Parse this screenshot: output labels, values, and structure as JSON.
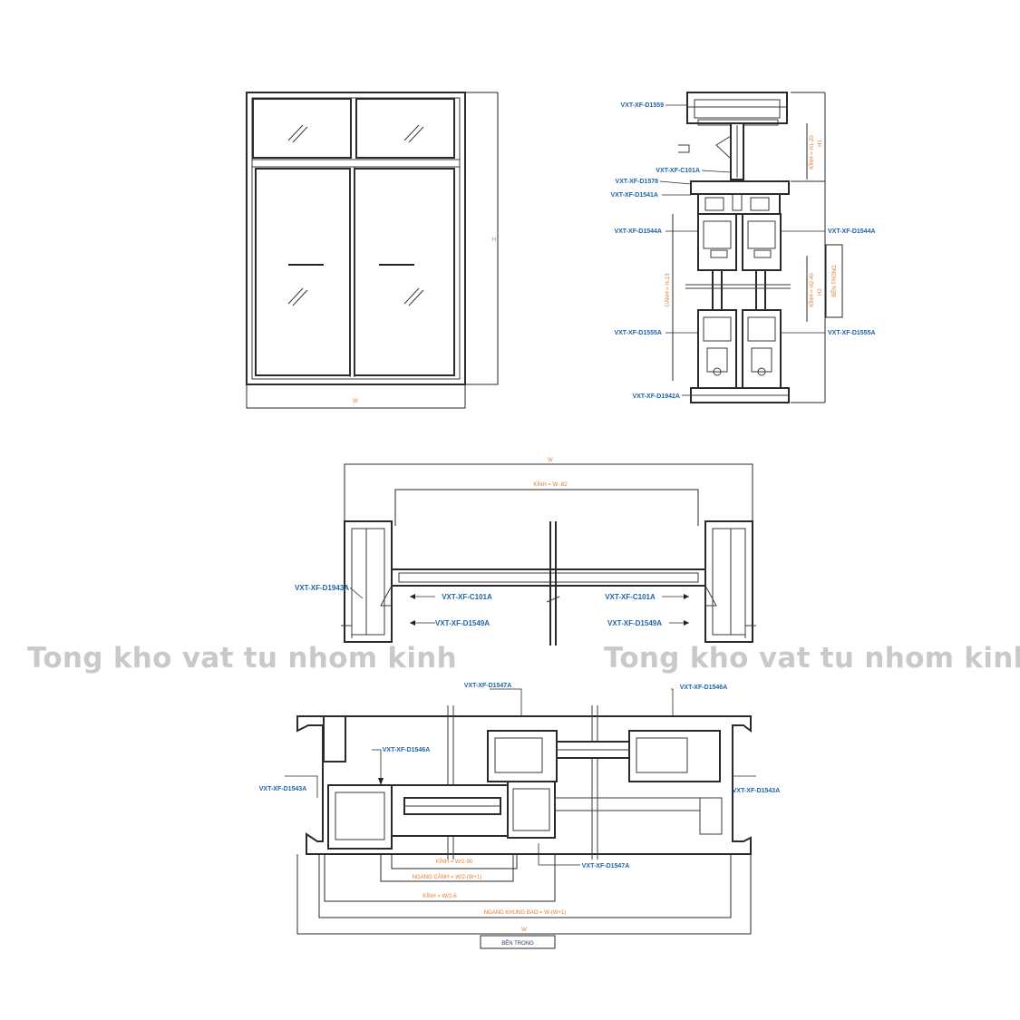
{
  "elevation": {
    "width_label": "W",
    "height_label": "H"
  },
  "vertical_section": {
    "labels": {
      "top_frame": "VXT-XF-D1559",
      "connector": "VXT-XF-C101A",
      "head_rail": "VXT-XF-D1578",
      "head_track": "VXT-XF-D1541A",
      "left_sash_top": "VXT-XF-D1544A",
      "right_sash_top": "VXT-XF-D1544A",
      "left_sash_bottom": "VXT-XF-D1555A",
      "right_sash_bottom": "VXT-XF-D1555A",
      "sill": "VXT-XF-D1942A"
    },
    "dims": {
      "glass_top": "KÍNH = H1-20",
      "glass_bottom": "KÍNH = H2-40",
      "sash_height": "CÁNH = H-13",
      "h1": "H1",
      "h2": "H2",
      "inside": "BÊN TRONG"
    }
  },
  "horizontal_section": {
    "top_dim": "W",
    "glass_dim": "KÍNH = W -82",
    "labels": {
      "left_frame": "VXT-XF-D1943A",
      "connector_left": "VXT-XF-C101A",
      "connector_right": "VXT-XF-C101A",
      "rail_left": "VXT-XF-D1549A",
      "rail_right": "VXT-XF-D1549A"
    }
  },
  "plan_section": {
    "labels": {
      "top_center": "VXT-XF-D1547A",
      "top_right": "VXT-XF-D1546A",
      "inner_left": "VXT-XF-D1546A",
      "left_frame": "VXT-XF-D1543A",
      "right_frame": "VXT-XF-D1543A",
      "bottom_center": "VXT-XF-D1547A"
    },
    "dims": {
      "glass_sash": "KÍNH = W/2-90",
      "sash_width": "NGANG CÁNH = W/2-(W+1)",
      "glass_half": "KÍNH = W/2-6",
      "frame_width": "NGANG KHUNG BAO = W-(W+1)",
      "overall": "W",
      "inside": "BÊN TRONG"
    }
  },
  "watermark": {
    "left": "Tong kho vat tu nhom kinh",
    "right": "Tong kho vat tu nhom kinh"
  }
}
